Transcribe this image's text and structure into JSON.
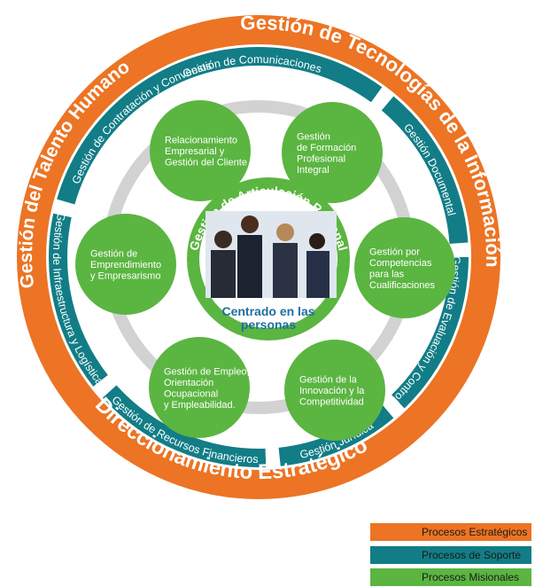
{
  "colors": {
    "strategic": "#ec7424",
    "support": "#127d86",
    "missional": "#5bb541",
    "ring_gray": "#cfcfcf",
    "white": "#ffffff"
  },
  "outer_ring": {
    "top": "Gestión de Tecnologías de la Información",
    "left": "Gestión del Talento Humano",
    "bottom": "Direccionamiento Estratégico"
  },
  "support_ring": {
    "comunicaciones": "Gestión de Comunicaciones",
    "documental": "Gestión Documental",
    "evaluacion": "Gestión de Evaluación y Control",
    "juridica": "Gestión Jurídica",
    "financieros": "Gestión de Recursos Financieros",
    "infraestructura": "Gestión de Infraestructura y Logística",
    "contratacion": "Gestión de Contratación y Convenios"
  },
  "missional": [
    {
      "lines": [
        "Relacionamiento",
        "Empresarial y",
        "Gestión del Cliente"
      ]
    },
    {
      "lines": [
        "Gestión",
        "de Formación",
        "Profesional",
        "Integral"
      ]
    },
    {
      "lines": [
        "Gestión por",
        "Competencias",
        "para las",
        "Cualificaciones"
      ]
    },
    {
      "lines": [
        "Gestión de la",
        "Innovación y la",
        "Competitividad"
      ]
    },
    {
      "lines": [
        "Gestión de Empleo,",
        "Orientación",
        "Ocupacional",
        "y Empleabilidad."
      ]
    },
    {
      "lines": [
        "Gestión de",
        "Emprendimiento",
        "y Empresarismo"
      ]
    }
  ],
  "center": {
    "arc_title": "Gestión de Articulación Regional",
    "caption_line1": "Centrado en las",
    "caption_line2": "personas",
    "photo_icon": "group-of-people-photo"
  },
  "legend": [
    {
      "label": "Procesos Estratégicos",
      "color": "#ec7424"
    },
    {
      "label": "Procesos de Soporte",
      "color": "#127d86"
    },
    {
      "label": "Procesos Misionales",
      "color": "#5bb541"
    }
  ]
}
